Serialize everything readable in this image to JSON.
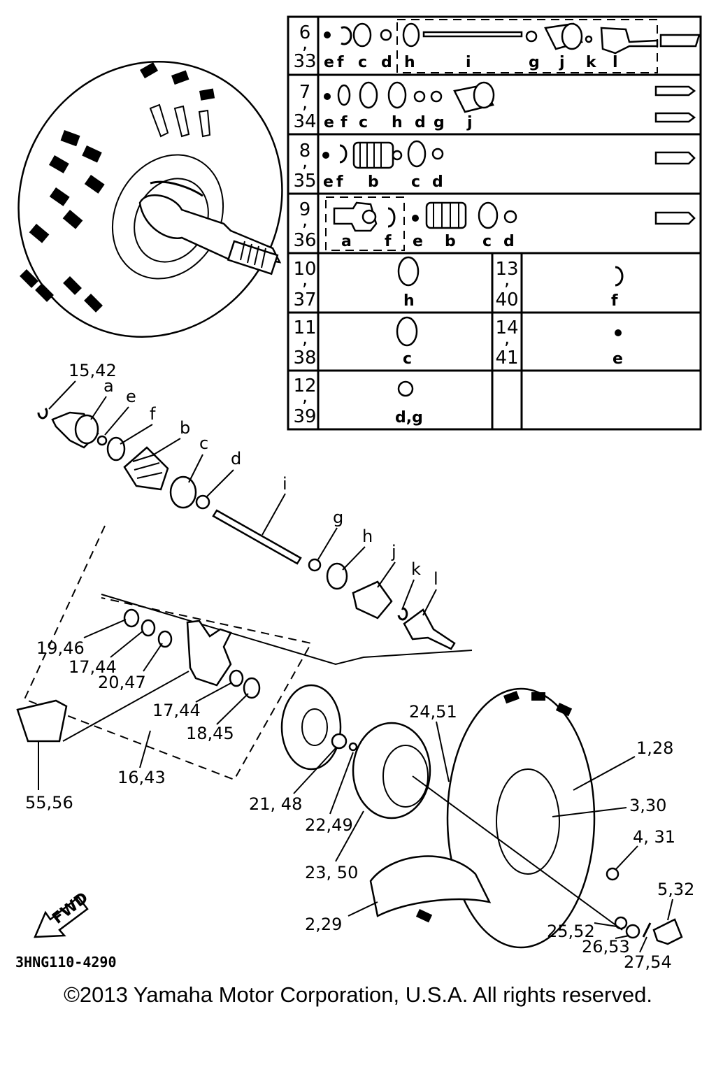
{
  "diagram": {
    "code": "3HNG110-4290",
    "copyright": "©2013 Yamaha Motor Corporation, U.S.A. All rights reserved.",
    "fwd": "FWD",
    "table": {
      "rows": [
        {
          "key": [
            "6",
            ",",
            "33"
          ],
          "letters": [
            "e",
            "f",
            "c",
            "d",
            "h",
            "i",
            "g",
            "j",
            "k",
            "l"
          ]
        },
        {
          "key": [
            "7",
            ",",
            "34"
          ],
          "letters": [
            "e",
            "f",
            "c",
            "h",
            "d",
            "g",
            "j"
          ]
        },
        {
          "key": [
            "8",
            ",",
            "35"
          ],
          "letters": [
            "e",
            "f",
            "b",
            "c",
            "d"
          ]
        },
        {
          "key": [
            "9",
            ",",
            "36"
          ],
          "letters": [
            "a",
            "f",
            "e",
            "b",
            "c",
            "d"
          ]
        },
        {
          "key": [
            "10",
            ",",
            "37"
          ],
          "letters": [
            "h"
          ]
        },
        {
          "key": [
            "11",
            ",",
            "38"
          ],
          "letters": [
            "c"
          ]
        },
        {
          "key": [
            "12",
            ",",
            "39"
          ],
          "letters": [
            "d,g"
          ]
        },
        {
          "key": [
            "13",
            ",",
            "40"
          ],
          "letters": [
            "f"
          ]
        },
        {
          "key": [
            "14",
            ",",
            "41"
          ],
          "letters": [
            "e"
          ]
        }
      ]
    },
    "callouts": {
      "c15_42": "15,42",
      "a": "a",
      "e": "e",
      "f": "f",
      "b": "b",
      "c": "c",
      "d": "d",
      "i": "i",
      "g": "g",
      "h": "h",
      "j": "j",
      "k": "k",
      "l": "l",
      "c19_46": "19,46",
      "c17_44a": "17,44",
      "c20_47": "20,47",
      "c17_44b": "17,44",
      "c18_45": "18,45",
      "c16_43": "16,43",
      "c55_56": "55,56",
      "c24_51": "24,51",
      "c1_28": "1,28",
      "c3_30": "3,30",
      "c21_48": "21, 48",
      "c22_49": "22,49",
      "c23_50": "23, 50",
      "c4_31": "4, 31",
      "c5_32": "5,32",
      "c2_29": "2,29",
      "c25_52": "25,52",
      "c26_53": "26,53",
      "c27_54": "27,54"
    }
  }
}
